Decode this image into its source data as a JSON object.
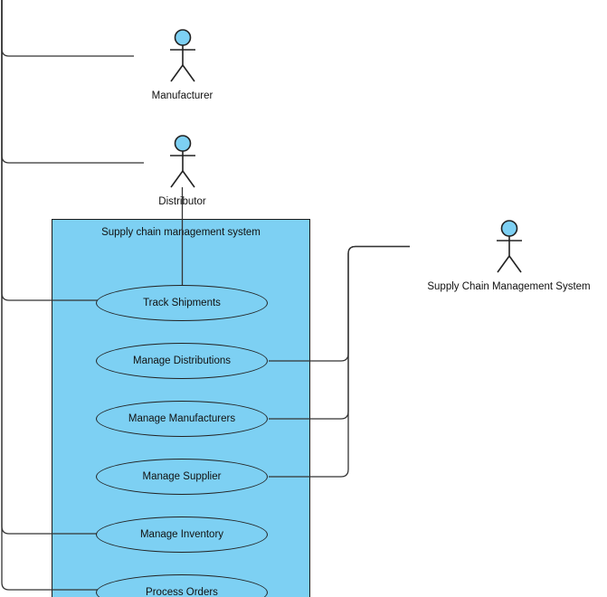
{
  "system_boundary": {
    "label": "Supply chain management system"
  },
  "actors": [
    {
      "name": "Manufacturer"
    },
    {
      "name": "Distributor"
    },
    {
      "name": "Supply Chain Management System"
    }
  ],
  "use_cases": [
    {
      "name": "Track Shipments"
    },
    {
      "name": "Manage Distributions"
    },
    {
      "name": "Manage Manufacturers"
    },
    {
      "name": "Manage Supplier"
    },
    {
      "name": "Manage Inventory"
    },
    {
      "name": "Process Orders"
    }
  ],
  "associations": [
    {
      "from": "Distributor",
      "to": "Track Shipments"
    },
    {
      "from": "Supply Chain Management System",
      "to": "Manage Distributions"
    },
    {
      "from": "Supply Chain Management System",
      "to": "Manage Manufacturers"
    },
    {
      "from": "Supply Chain Management System",
      "to": "Manage Supplier"
    }
  ],
  "colors": {
    "shape_fill": "#7dd0f3",
    "stroke": "#1a1a1a",
    "connector": "#333333"
  }
}
